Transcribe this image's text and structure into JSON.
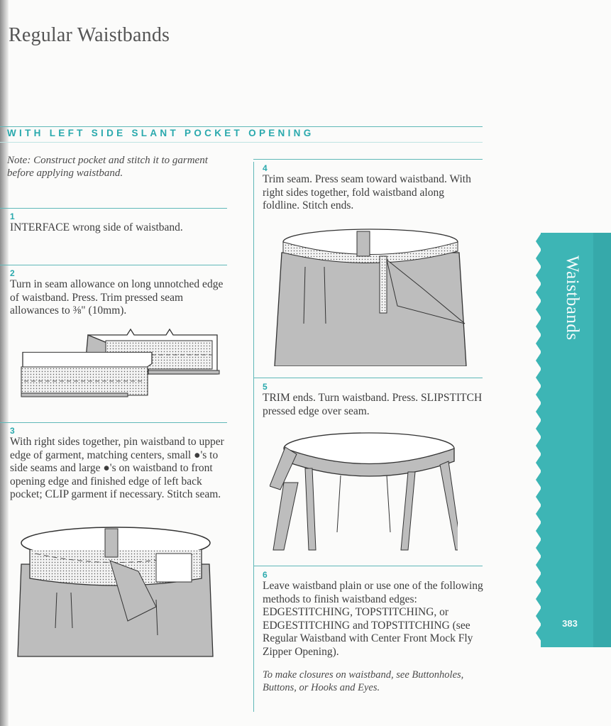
{
  "page": {
    "title": "Regular Waistbands",
    "section_heading": "WITH LEFT SIDE SLANT POCKET OPENING",
    "note": "Note: Construct pocket and stitch it to garment before applying waistband.",
    "thumb_tab": {
      "label": "Waistbands",
      "page_number": "383",
      "color": "#3db5b5"
    },
    "accent_color": "#2aa9ad"
  },
  "steps": [
    {
      "number": "1",
      "text": "INTERFACE wrong side of waistband."
    },
    {
      "number": "2",
      "text": "Turn in seam allowance on long unnotched edge of waistband. Press. Trim pressed seam allowances to ⅜\" (10mm)."
    },
    {
      "number": "3",
      "text": "With right sides together, pin waistband to upper edge of garment, matching centers, small ●'s to side seams and large ●'s on waistband to front opening edge and finished edge of left back pocket; CLIP garment if necessary. Stitch seam."
    },
    {
      "number": "4",
      "text": "Trim seam. Press seam toward waistband. With right sides together, fold waistband along foldline. Stitch ends."
    },
    {
      "number": "5",
      "text": "TRIM ends. Turn waistband. Press. SLIPSTITCH pressed edge over seam."
    },
    {
      "number": "6",
      "text": "Leave waistband plain or use one of the following methods to finish waistband edges: EDGESTITCHING, TOPSTITCHING, or EDGESTITCHING and TOPSTITCHING (see Regular Waistband with Center Front Mock Fly Zipper Opening).",
      "footnote": "To make closures on waistband, see Buttonholes, Buttons, or Hooks and Eyes."
    }
  ],
  "illustrations": [
    {
      "step": "2",
      "subject": "pressed waistband strips"
    },
    {
      "step": "3",
      "subject": "waistband pinned to garment"
    },
    {
      "step": "4",
      "subject": "waistband folded and stitched ends"
    },
    {
      "step": "5",
      "subject": "turned and slipstitched waistband"
    }
  ]
}
